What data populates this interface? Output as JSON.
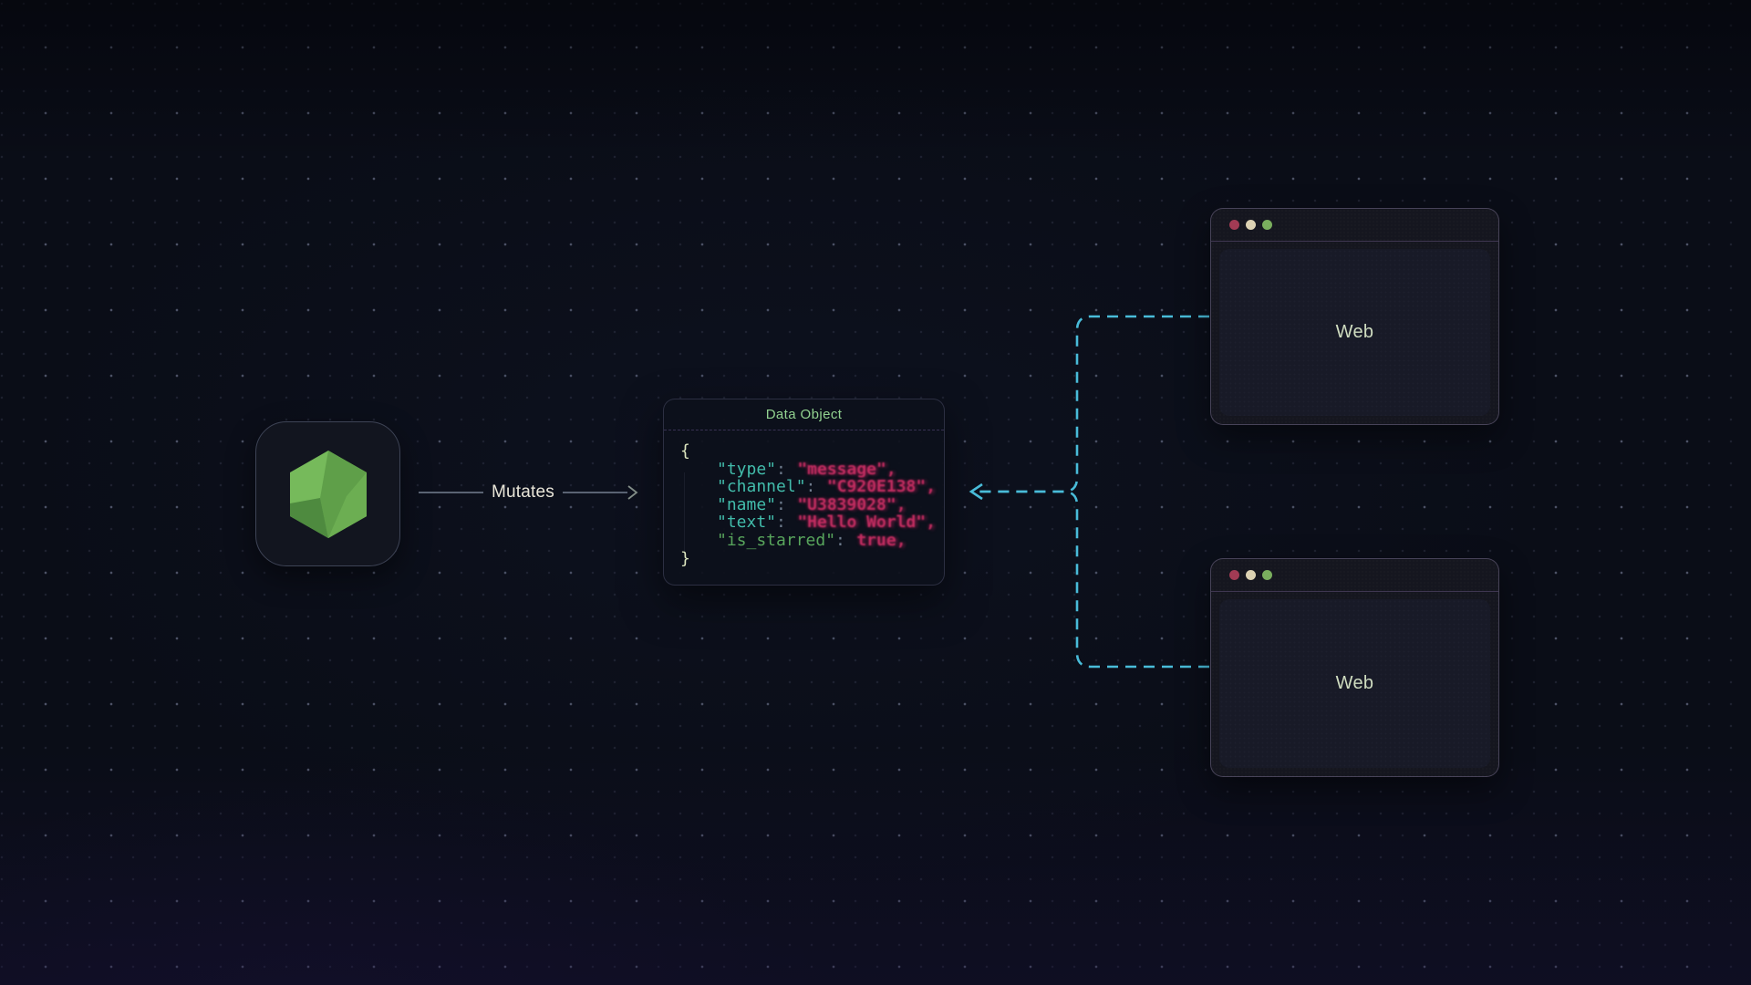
{
  "mutates": {
    "label": "Mutates"
  },
  "data_panel": {
    "title": "Data Object",
    "open_brace": "{",
    "close_brace": "}",
    "lines": [
      {
        "key": "\"type\"",
        "sep": ":",
        "value": "\"message\","
      },
      {
        "key": "\"channel\"",
        "sep": ":",
        "value": "\"C920E138\","
      },
      {
        "key": "\"name\"",
        "sep": ":",
        "value": "\"U3839028\","
      },
      {
        "key": "\"text\"",
        "sep": ":",
        "value": "\"Hello World\","
      },
      {
        "key": "\"is_starred\"",
        "sep": ":",
        "value": "true,"
      }
    ]
  },
  "browser_windows": [
    {
      "label": "Web"
    },
    {
      "label": "Web"
    }
  ],
  "icons": {
    "left_icon": "nodejs-hexagon",
    "left_arrow": "arrow-left",
    "right_arrow": "arrow-right",
    "traffic_lights": [
      "red",
      "cream",
      "green"
    ]
  },
  "colors": {
    "background": "#0a0d17",
    "connector_cyan": "#49bcd9",
    "key_teal": "#42bcab",
    "key_green": "#58a55c",
    "value_pink": "#c12d60",
    "panel_title_green": "#92d290",
    "node_green": "#6db254",
    "mutates_text": "#e9e6d9",
    "web_text": "#cfdcc0"
  }
}
